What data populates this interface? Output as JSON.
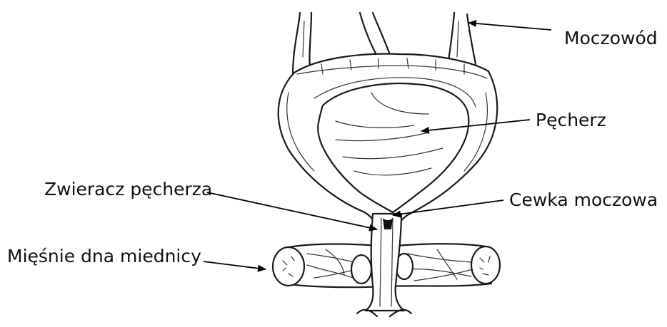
{
  "labels": {
    "ureter": "Moczowód",
    "bladder": "Pęcherz",
    "sphincter": "Zwieracz pęcherza",
    "urethra": "Cewka moczowa",
    "pelvic_floor": "Mięśnie dna miednicy"
  },
  "colors": {
    "line": "#1a1a1a",
    "background": "#ffffff"
  }
}
